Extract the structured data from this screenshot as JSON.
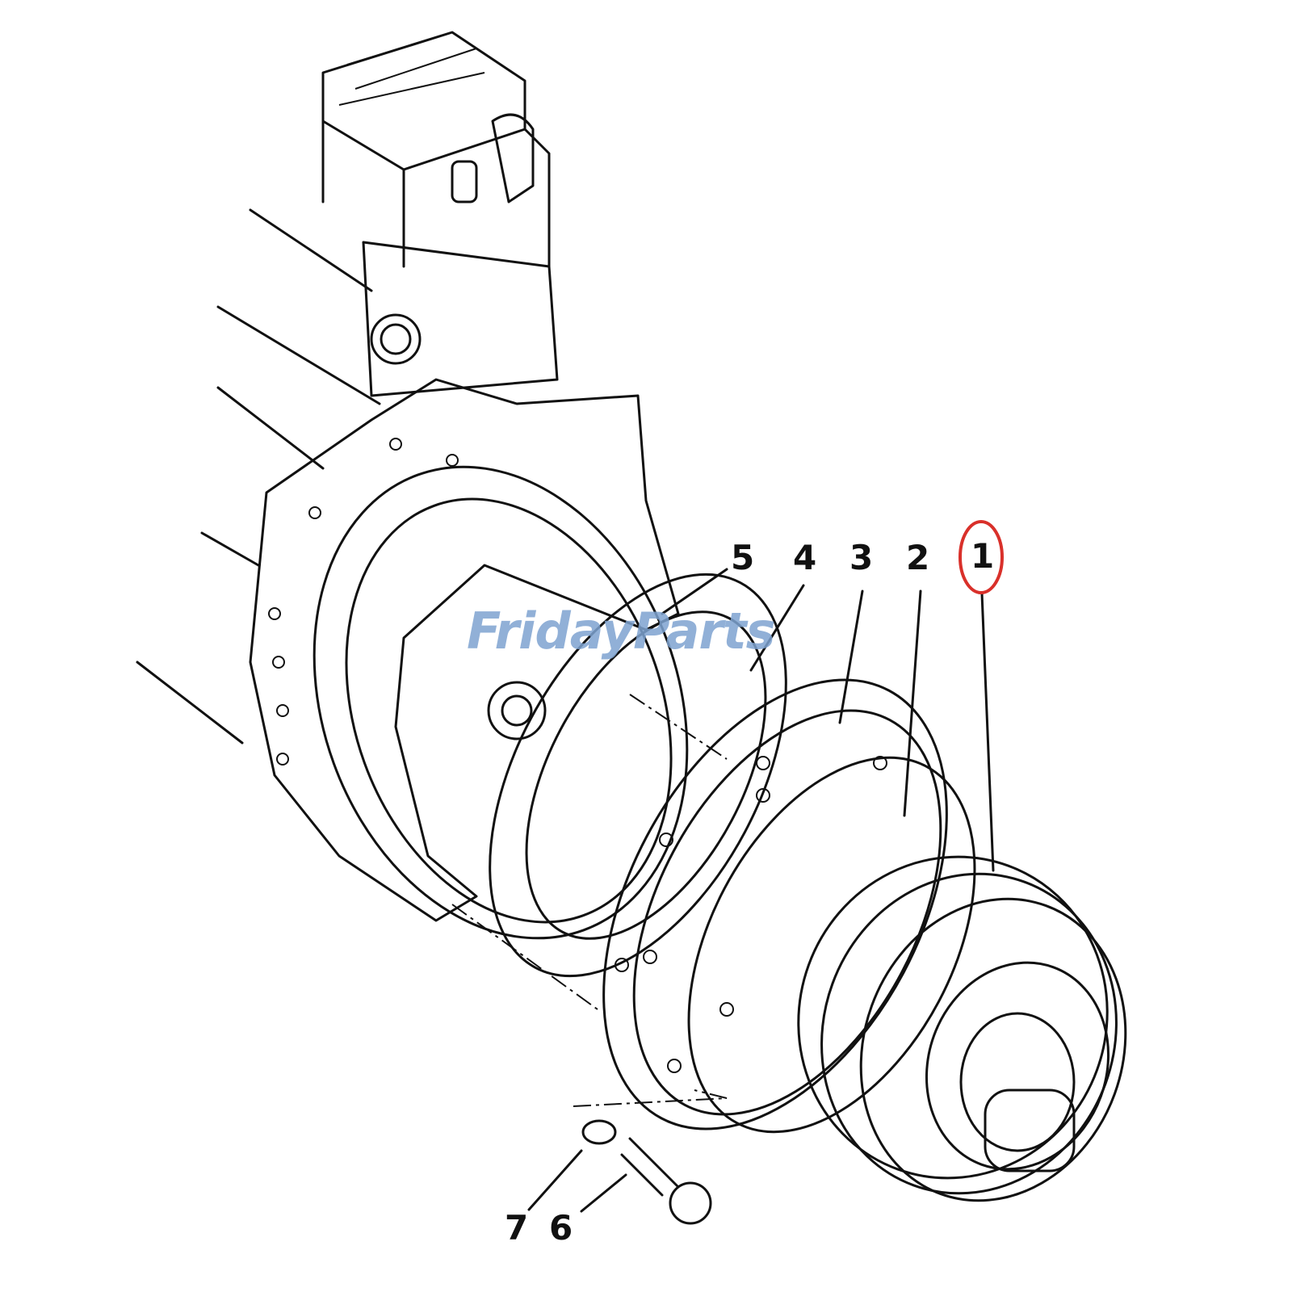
{
  "diagram": {
    "callouts": [
      "1",
      "2",
      "3",
      "4",
      "5",
      "6",
      "7"
    ],
    "highlighted_callout": "1",
    "highlight_color": "#d9302a",
    "line_color": "#111111"
  },
  "watermark": {
    "text": "FridayParts",
    "color": "#7ea3d1",
    "accent_color": "#f0a030"
  }
}
